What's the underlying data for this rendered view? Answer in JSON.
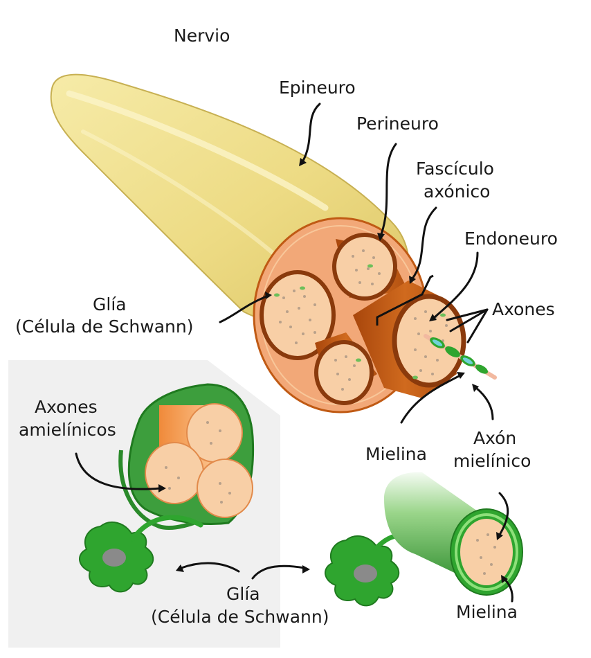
{
  "labels": {
    "title": "Nervio",
    "epineuro": "Epineuro",
    "perineuro": "Perineuro",
    "fasciculo_1": "Fascículo",
    "fasciculo_2": "axónico",
    "endoneuro": "Endoneuro",
    "axones": "Axones",
    "glia_top_1": "Glía",
    "glia_top_2": "(Célula de Schwann)",
    "axones_amielinicos_1": "Axones",
    "axones_amielinicos_2": "amielínicos",
    "mielina_mid": "Mielina",
    "axon_mielinico_1": "Axón",
    "axon_mielinico_2": "mielínico",
    "glia_bottom_1": "Glía",
    "glia_bottom_2": "(Célula de Schwann)",
    "mielina_bottom": "Mielina"
  },
  "colors": {
    "epineurium": "#eedc86",
    "nerve_cross_section": "#f2a878",
    "perineurium": "#c05a14",
    "fascicle_interior": "#f8cfa6",
    "myelin": "#2fa52f",
    "axon": "#f7c5a0",
    "nucleus": "#8a8a8a",
    "panel_background": "#f0f0f0"
  }
}
